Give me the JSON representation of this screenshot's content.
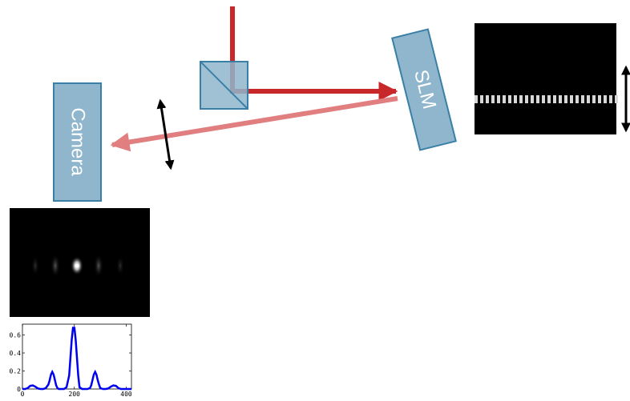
{
  "labels": {
    "camera": "Camera",
    "slm": "SLM"
  },
  "colors": {
    "beam_incident": "#c8282a",
    "beam_reflected": "#e07e80",
    "component_fill": "#8fb6cc",
    "component_stroke": "#3a7fa6",
    "plot_line": "#0000ee"
  },
  "chart_data": {
    "type": "line",
    "title": "",
    "xlabel": "",
    "ylabel": "",
    "xlim": [
      0,
      420
    ],
    "ylim": [
      0,
      0.72
    ],
    "xticks": [
      "0",
      "200",
      "400"
    ],
    "yticks": [
      "0",
      "0.2",
      "0.4",
      "0.6"
    ],
    "x": [
      0,
      10,
      20,
      30,
      40,
      50,
      60,
      70,
      80,
      90,
      100,
      105,
      110,
      115,
      120,
      125,
      130,
      135,
      140,
      150,
      160,
      170,
      180,
      185,
      190,
      195,
      200,
      205,
      210,
      215,
      220,
      230,
      240,
      250,
      260,
      265,
      270,
      275,
      280,
      285,
      290,
      295,
      300,
      310,
      320,
      330,
      340,
      350,
      360,
      370,
      380,
      390,
      400,
      410,
      420
    ],
    "y": [
      0.0,
      0.0,
      0.01,
      0.035,
      0.04,
      0.025,
      0.005,
      0.0,
      0.0,
      0.01,
      0.05,
      0.1,
      0.16,
      0.19,
      0.16,
      0.1,
      0.04,
      0.01,
      0.0,
      0.0,
      0.0,
      0.02,
      0.15,
      0.35,
      0.55,
      0.68,
      0.68,
      0.55,
      0.35,
      0.15,
      0.02,
      0.0,
      0.0,
      0.0,
      0.01,
      0.04,
      0.1,
      0.16,
      0.19,
      0.16,
      0.1,
      0.05,
      0.01,
      0.0,
      0.0,
      0.005,
      0.025,
      0.04,
      0.035,
      0.01,
      0.0,
      0.0,
      0.0,
      0.0,
      0.0
    ]
  }
}
